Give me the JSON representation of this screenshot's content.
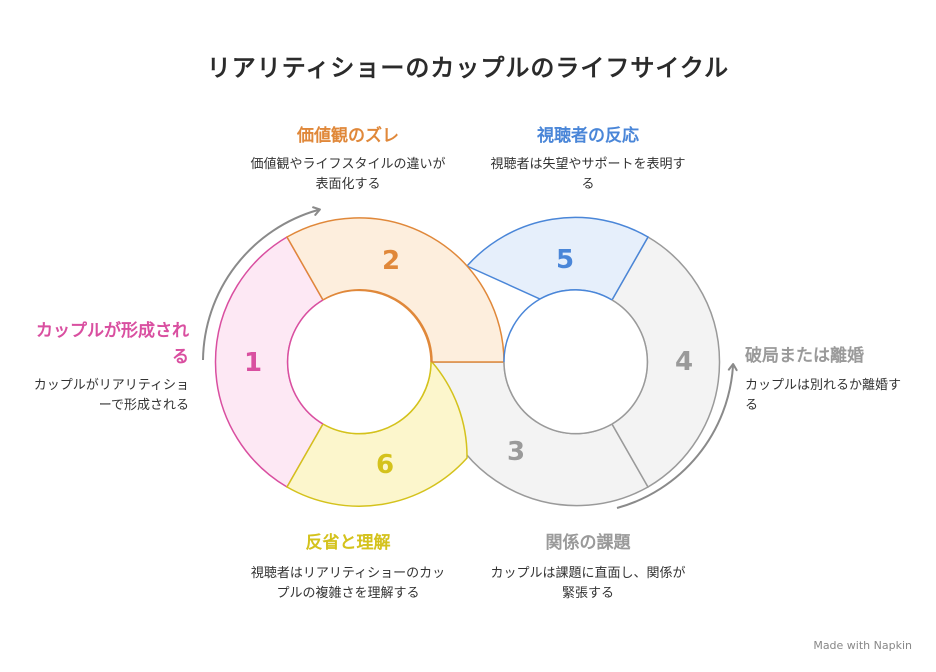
{
  "title": "リアリティショーのカップルのライフサイクル",
  "stages": [
    {
      "num": "1",
      "heading": "カップルが形成される",
      "desc": "カップルがリアリティショーで形成される",
      "color": "#d94fa0",
      "fill": "#fde8f4"
    },
    {
      "num": "2",
      "heading": "価値観のズレ",
      "desc": "価値観やライフスタイルの違いが表面化する",
      "color": "#e0883a",
      "fill": "#fdeedd"
    },
    {
      "num": "3",
      "heading": "関係の課題",
      "desc": "カップルは課題に直面し、関係が緊張する",
      "color": "#9a9a9a",
      "fill": "#f3f3f3"
    },
    {
      "num": "4",
      "heading": "破局または離婚",
      "desc": "カップルは別れるか離婚する",
      "color": "#9a9a9a",
      "fill": "#f3f3f3"
    },
    {
      "num": "5",
      "heading": "視聴者の反応",
      "desc": "視聴者は失望やサポートを表明する",
      "color": "#4a86d8",
      "fill": "#e6effb"
    },
    {
      "num": "6",
      "heading": "反省と理解",
      "desc": "視聴者はリアリティショーのカップルの複雑さを理解する",
      "color": "#d4c21c",
      "fill": "#fcf6cc"
    }
  ],
  "watermark": "Made with Napkin"
}
